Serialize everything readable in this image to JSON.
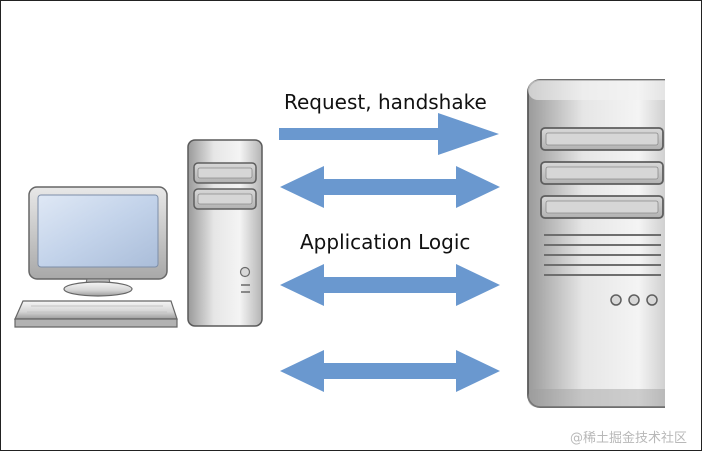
{
  "labels": {
    "request": "Request, handshake",
    "application": "Application Logic"
  },
  "watermark": "@稀土掘金技术社区",
  "colors": {
    "arrow": "#6a98cf",
    "case_light": "#f1f1f1",
    "case_dark": "#a6a6a6",
    "outline": "#5a5a5a",
    "screen": "#c8d7ec"
  },
  "nodes": {
    "client": "desktop-computer-icon",
    "server": "server-tower-icon"
  }
}
